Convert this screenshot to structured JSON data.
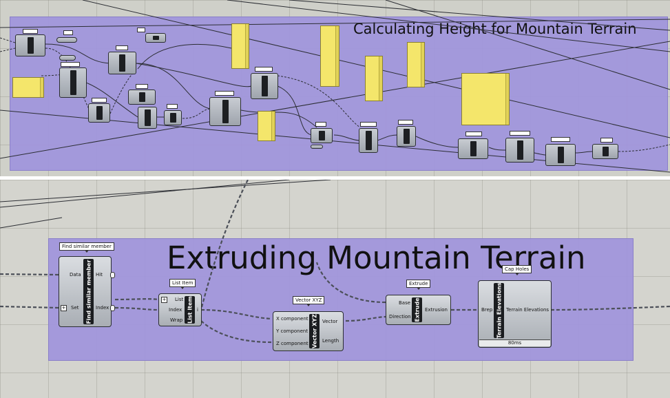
{
  "top_panel": {
    "group_title": "Calculating Height for Mountain Terrain"
  },
  "bottom_panel": {
    "group_title": "Extruding Mountain Terrain",
    "components": {
      "find_similar": {
        "tag": "Find similar member",
        "name": "Find similar member",
        "inputs": [
          "Data",
          "Set"
        ],
        "outputs": [
          "Hit",
          "Index"
        ]
      },
      "list_item": {
        "tag": "List Item",
        "name": "List Item",
        "inputs": [
          "List",
          "Index",
          "Wrap"
        ],
        "outputs": [
          "i"
        ]
      },
      "vector_xyz": {
        "tag": "Vector XYZ",
        "name": "Vector XYZ",
        "inputs": [
          "X component",
          "Y component",
          "Z component"
        ],
        "outputs": [
          "Vector",
          "Length"
        ]
      },
      "extrude": {
        "tag": "Extrude",
        "name": "Extrude",
        "inputs": [
          "Base",
          "Direction"
        ],
        "outputs": [
          "Extrusion"
        ]
      },
      "cap_holes": {
        "tag": "Cap Holes",
        "name": "Terrain Elevations",
        "inputs": [
          "Brep"
        ],
        "outputs": [
          "Terrain Elevations"
        ],
        "footer": "80ms"
      }
    }
  }
}
